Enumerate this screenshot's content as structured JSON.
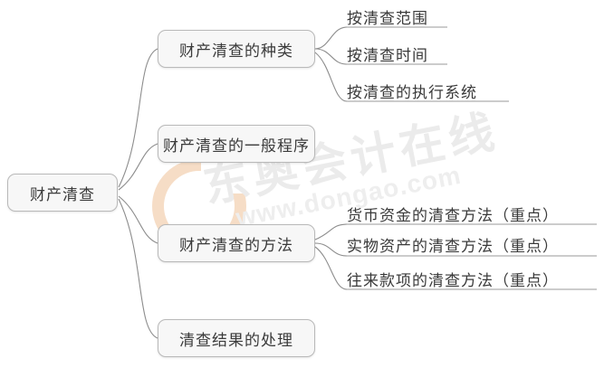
{
  "diagram": {
    "type": "mind-map",
    "root": {
      "label": "财产清查"
    },
    "branches": [
      {
        "id": "types",
        "label": "财产清查的种类",
        "children": [
          {
            "label": "按清查范围"
          },
          {
            "label": "按清查时间"
          },
          {
            "label": "按清查的执行系统"
          }
        ]
      },
      {
        "id": "procedure",
        "label": "财产清查的一般程序",
        "children": []
      },
      {
        "id": "methods",
        "label": "财产清查的方法",
        "children": [
          {
            "label": "货币资金的清查方法（重点）"
          },
          {
            "label": "实物资产的清查方法（重点）"
          },
          {
            "label": "往来款项的清查方法（重点）"
          }
        ]
      },
      {
        "id": "results",
        "label": "清查结果的处理",
        "children": []
      }
    ]
  },
  "watermark": {
    "brand_cn": "东奥会计在线",
    "url": "www.dongao.com",
    "logo_color": "#f6ddc6",
    "text_color": "#ebebeb"
  },
  "style": {
    "node_fill": "#f7f7f7",
    "node_border": "#b9b9b9",
    "text_color": "#3a3a3a",
    "connector_color": "#8d8d8d",
    "background": "#ffffff"
  }
}
